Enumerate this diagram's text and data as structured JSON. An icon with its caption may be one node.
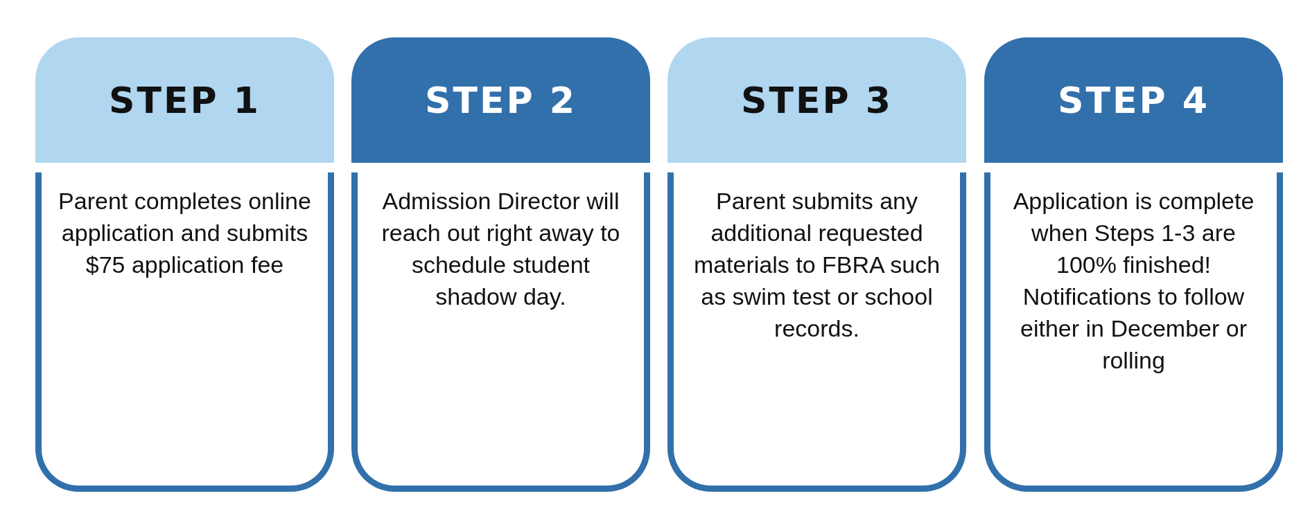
{
  "diagram": {
    "nodes": [
      {
        "text": [
          "STEP 1"
        ]
      },
      {
        "text": [
          "Parent completes online application and submits $75 application fee"
        ]
      },
      {
        "text": [
          "STEP 2"
        ]
      },
      {
        "text": [
          "Admission Director will reach out right away to schedule student shadow day."
        ]
      },
      {
        "text": [
          "STEP 3"
        ]
      },
      {
        "text": [
          "Parent submits any additional requested materials to FBRA such as swim test or school records."
        ]
      },
      {
        "text": [
          "STEP 4"
        ]
      },
      {
        "text": [
          "Application is complete when Steps 1-3 are 100% finished! Notifications to follow either in December or rolling"
        ]
      }
    ]
  }
}
